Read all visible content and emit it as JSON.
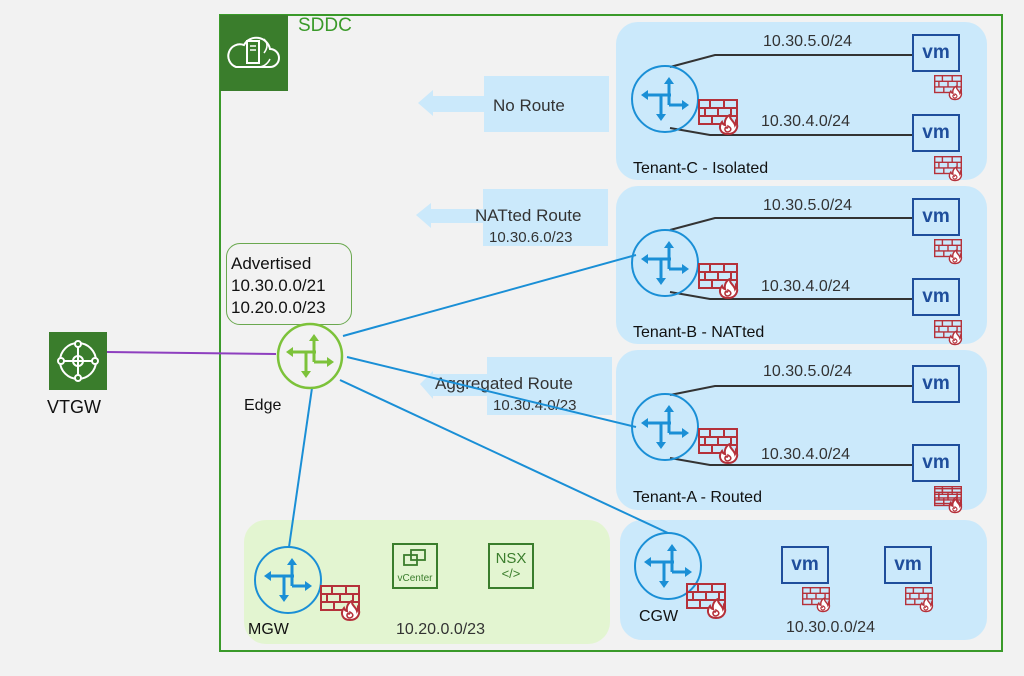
{
  "sddc": {
    "label": "SDDC",
    "icon": "cloud-server-icon"
  },
  "vtgw": {
    "label": "VTGW",
    "icon": "transit-gateway-icon"
  },
  "edge": {
    "label": "Edge",
    "advertised_title": "Advertised",
    "advertised_routes": [
      "10.30.0.0/21",
      "10.20.0.0/23"
    ]
  },
  "routes": {
    "tenant_c": {
      "label": "No Route",
      "cidr": ""
    },
    "tenant_b": {
      "label": "NATted Route",
      "cidr": "10.30.6.0/23"
    },
    "tenant_a": {
      "label": "Aggregated Route",
      "cidr": "10.30.4.0/23"
    }
  },
  "tenants": [
    {
      "name": "Tenant-C - Isolated",
      "segments": [
        "10.30.5.0/24",
        "10.30.4.0/24"
      ],
      "vm_label": "vm"
    },
    {
      "name": "Tenant-B - NATted",
      "segments": [
        "10.30.5.0/24",
        "10.30.4.0/24"
      ],
      "vm_label": "vm"
    },
    {
      "name": "Tenant-A - Routed",
      "segments": [
        "10.30.5.0/24",
        "10.30.4.0/24"
      ],
      "vm_label": "vm"
    }
  ],
  "mgw": {
    "label": "MGW",
    "cidr": "10.20.0.0/23",
    "vcenter_label": "vCenter",
    "nsx_label": "NSX",
    "nsx_glyph": "</>"
  },
  "cgw": {
    "label": "CGW",
    "cidr": "10.30.0.0/24",
    "vm_label": "vm"
  },
  "colors": {
    "sddc_green": "#3a9a2a",
    "badge_green": "#3a7d2c",
    "edge_green": "#7cc23a",
    "router_blue": "#1a8fd6",
    "link_blue": "#1a8fd6",
    "vtgw_link": "#8e3fbf",
    "firewall_red": "#b5313a",
    "vm_blue": "#1f4e9c",
    "zone_blue": "#cbe9fb",
    "zone_green": "#e3f5d1"
  }
}
